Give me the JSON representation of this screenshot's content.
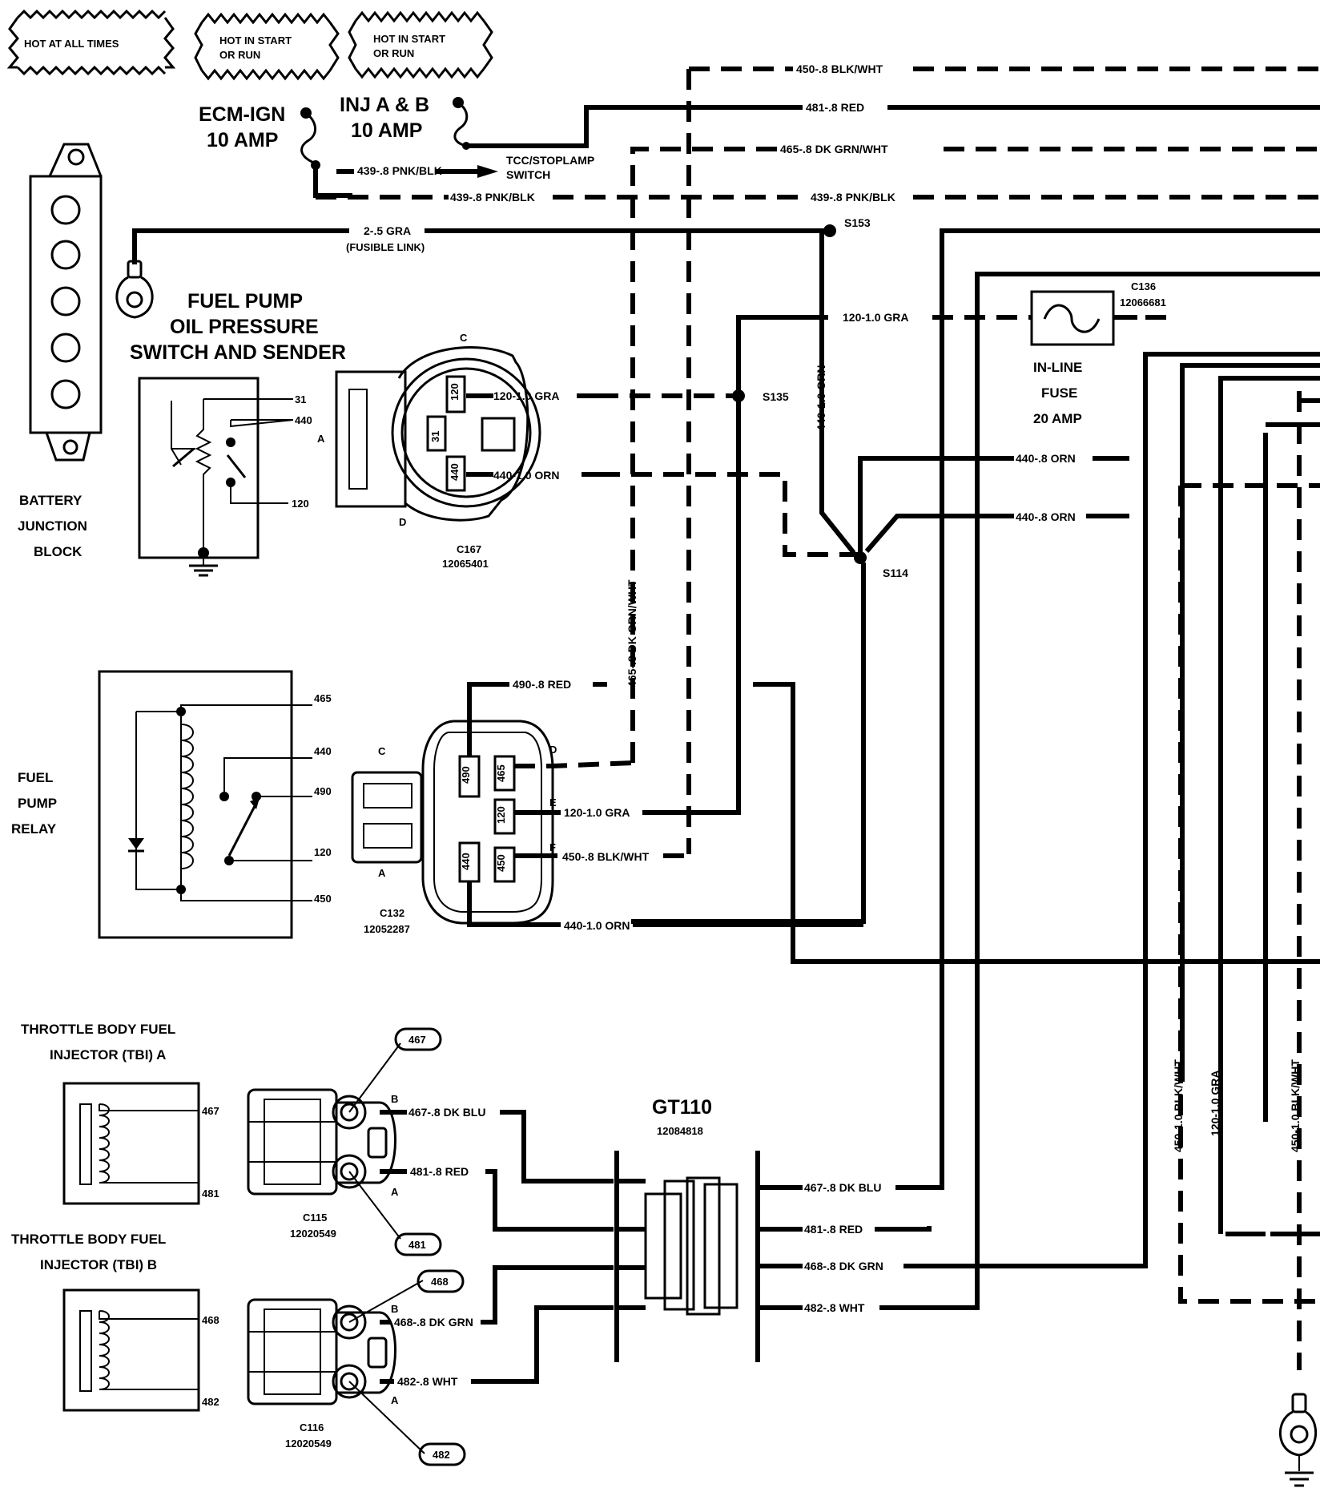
{
  "hot_labels": {
    "all_times": "HOT AT ALL TIMES",
    "start_run_1": [
      "HOT IN START",
      "OR RUN"
    ],
    "start_run_2": [
      "HOT IN START",
      "OR RUN"
    ]
  },
  "fuses": {
    "ecm_ign": [
      "ECM-IGN",
      "10 AMP"
    ],
    "inj_ab": [
      "INJ A & B",
      "10 AMP"
    ],
    "inline": [
      "IN-LINE",
      "FUSE",
      "20 AMP"
    ]
  },
  "components": {
    "battery_junction": [
      "BATTERY",
      "JUNCTION",
      "BLOCK"
    ],
    "oil_switch": [
      "FUEL PUMP",
      "OIL PRESSURE",
      "SWITCH AND SENDER"
    ],
    "fuel_pump_relay": [
      "FUEL",
      "PUMP",
      "RELAY"
    ],
    "tbi_a": [
      "THROTTLE BODY FUEL",
      "INJECTOR (TBI) A"
    ],
    "tbi_b": [
      "THROTTLE BODY FUEL",
      "INJECTOR (TBI) B"
    ],
    "tcc_switch": [
      "TCC/STOPLAMP",
      "SWITCH"
    ]
  },
  "connectors": {
    "c167": [
      "C167",
      "12065401"
    ],
    "c132": [
      "C132",
      "12052287"
    ],
    "c115": [
      "C115",
      "12020549"
    ],
    "c116": [
      "C116",
      "12020549"
    ],
    "c136": [
      "C136",
      "12066681"
    ],
    "gt110": [
      "GT110",
      "12084818"
    ]
  },
  "splices": {
    "s153": "S153",
    "s135": "S135",
    "s114": "S114"
  },
  "wires": {
    "w450_blk_wht": "450-.8 BLK/WHT",
    "w481_red_top": "481-.8 RED",
    "w465_dk_grn_wht": "465-.8 DK GRN/WHT",
    "w439_a": "439-.8 PNK/BLK",
    "w439_b": "439-.8 PNK/BLK",
    "w2_gra": "2-.5 GRA",
    "fusible_link": "(FUSIBLE LINK)",
    "w120_gra_top": "120-1.0 GRA",
    "w120_gra_c167": "120-1.0 GRA",
    "w440_orn_c167": "440-1.0 ORN",
    "w440_orn_vert": "440-1.0 ORN",
    "w440_orn_a": "440-.8 ORN",
    "w440_orn_b": "440-.8 ORN",
    "w465_vert": "465-.8 DK GRN/WHT",
    "w490_red": "490-.8 RED",
    "w120_gra_c132": "120-1.0 GRA",
    "w450_c132": "450-.8 BLK/WHT",
    "w440_orn_c132": "440-1.0 ORN",
    "w467_dk_blu_a": "467-.8 DK BLU",
    "w481_red_a": "481-.8 RED",
    "w468_dk_grn_b": "468-.8 DK GRN",
    "w482_wht_b": "482-.8 WHT",
    "w467_dk_blu_r": "467-.8 DK BLU",
    "w481_red_r": "481-.8 RED",
    "w468_dk_grn_r": "468-.8 DK GRN",
    "w482_wht_r": "482-.8 WHT",
    "w450_vert1": "450-1.0 BLK/WHT",
    "w120_vert": "120-1.0 GRA",
    "w450_vert2": "450-1.0 BLK/WHT"
  },
  "pins": {
    "oil_31": "31",
    "oil_440": "440",
    "oil_120": "120",
    "relay_465": "465",
    "relay_440": "440",
    "relay_490": "490",
    "relay_120": "120",
    "relay_450": "450",
    "c167_a": "A",
    "c167_c": "C",
    "c167_d": "D",
    "c167_p120": "120",
    "c167_p31": "31",
    "c167_p440": "440",
    "c132_c": "C",
    "c132_a": "A",
    "c132_d": "D",
    "c132_e": "E",
    "c132_f": "F",
    "c132_p490": "490",
    "c132_p465": "465",
    "c132_p120": "120",
    "c132_p440": "440",
    "c132_p450": "450",
    "tbia_467": "467",
    "tbia_481": "481",
    "tbib_468": "468",
    "tbib_482": "482",
    "c115_b": "B",
    "c115_a": "A",
    "c116_b": "B",
    "c116_a": "A",
    "bubble_467": "467",
    "bubble_481": "481",
    "bubble_468": "468",
    "bubble_482": "482"
  }
}
